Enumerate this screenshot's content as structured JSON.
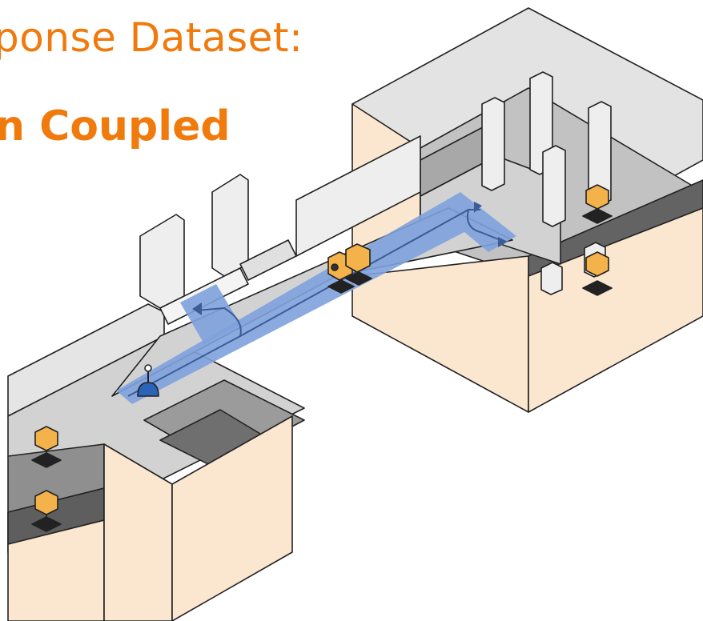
{
  "title": {
    "line1": "ponse Dataset:",
    "line2_prefix": "n ",
    "line2_bold": "Coupled"
  },
  "colors": {
    "accent": "#f07a0c",
    "wall_top": "#e3e3e3",
    "wall_front": "#fbe6cf",
    "floor": "#d2d2d2",
    "shadow": "#a6a6a6",
    "dark_floor": "#5e5e5e",
    "path": "#7ea2dd",
    "robot": "#2b63b6",
    "sensor_box": "#f4b24a"
  },
  "icons": {
    "robot": "robot-icon",
    "sensor": "sensor-box-icon",
    "arrow": "path-arrow-icon"
  }
}
